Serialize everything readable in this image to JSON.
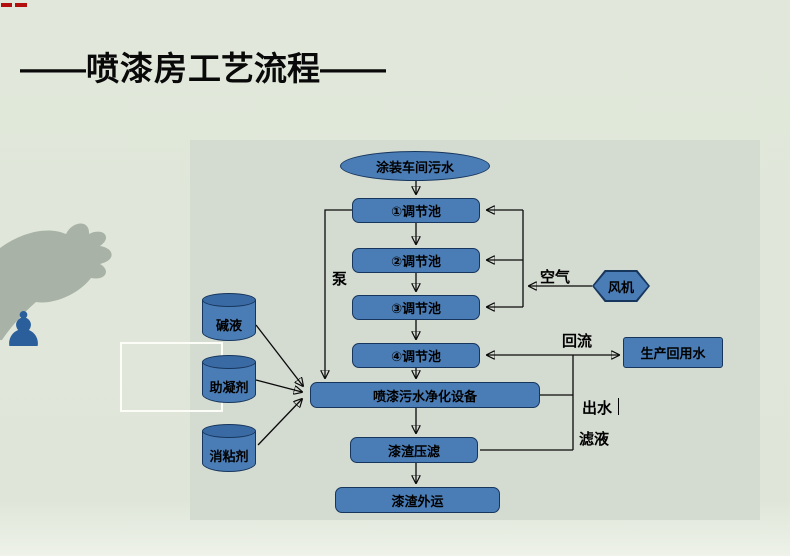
{
  "title": {
    "prefix": "——",
    "bold": "喷漆房",
    "rest": "工艺流程",
    "suffix": "——"
  },
  "diagram": {
    "nodes": {
      "source": "涂装车间污水",
      "pool1": "①调节池",
      "pool2": "②调节池",
      "pool3": "③调节池",
      "pool4": "④调节池",
      "purifier": "喷漆污水净化设备",
      "press": "漆渣压滤",
      "transport": "漆渣外运",
      "fan": "风机",
      "reuse": "生产回用水",
      "alkali": "碱液",
      "coagulant": "助凝剂",
      "antistick": "消粘剂"
    },
    "labels": {
      "pump": "泵",
      "air": "空气",
      "reflux": "回流",
      "outflow": "出水",
      "filtrate": "滤液"
    },
    "colors": {
      "shape_fill": "#4a7cb5",
      "shape_border": "#17365d",
      "panel_bg": "#d4dbd1",
      "slide_bg": "#e1e8db",
      "accent_red": "#b40f0f",
      "chess_blue": "#2a5f9c"
    }
  }
}
